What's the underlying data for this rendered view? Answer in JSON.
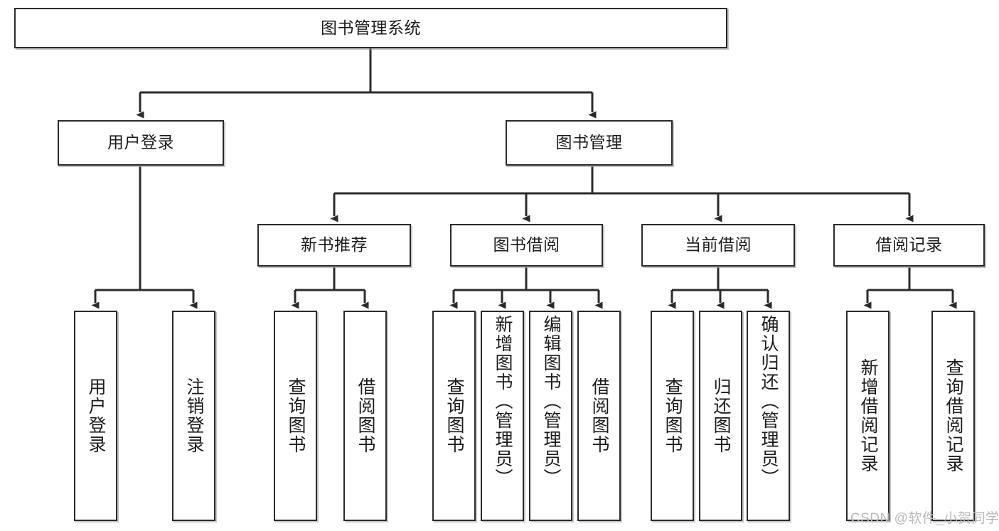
{
  "diagram": {
    "title": "图书管理系统",
    "type": "tree",
    "colors": {
      "box_border": "#2b2b2b",
      "box_fill": "#ffffff",
      "connector": "#2b2b2b",
      "watermark": "#b9b9b9",
      "background": "#ffffff"
    },
    "root": {
      "label": "图书管理系统"
    },
    "level2": [
      {
        "label": "用户登录"
      },
      {
        "label": "图书管理"
      }
    ],
    "level3": [
      {
        "label": "新书推荐"
      },
      {
        "label": "图书借阅"
      },
      {
        "label": "当前借阅"
      },
      {
        "label": "借阅记录"
      }
    ],
    "leaves": {
      "user_login": [
        {
          "label": "用户登录"
        },
        {
          "label": "注销登录"
        }
      ],
      "new_book_recommend": [
        {
          "label": "查询图书"
        },
        {
          "label": "借阅图书"
        }
      ],
      "book_borrow": [
        {
          "label": "查询图书"
        },
        {
          "label": "新增图书（管理员）"
        },
        {
          "label": "编辑图书（管理员）"
        },
        {
          "label": "借阅图书"
        }
      ],
      "current_borrow": [
        {
          "label": "查询图书"
        },
        {
          "label": "归还图书"
        },
        {
          "label": "确认归还（管理员）"
        }
      ],
      "borrow_record": [
        {
          "label": "新增借阅记录"
        },
        {
          "label": "查询借阅记录"
        }
      ]
    }
  },
  "watermark": {
    "text": "CSDN @软件_小贺同学"
  }
}
